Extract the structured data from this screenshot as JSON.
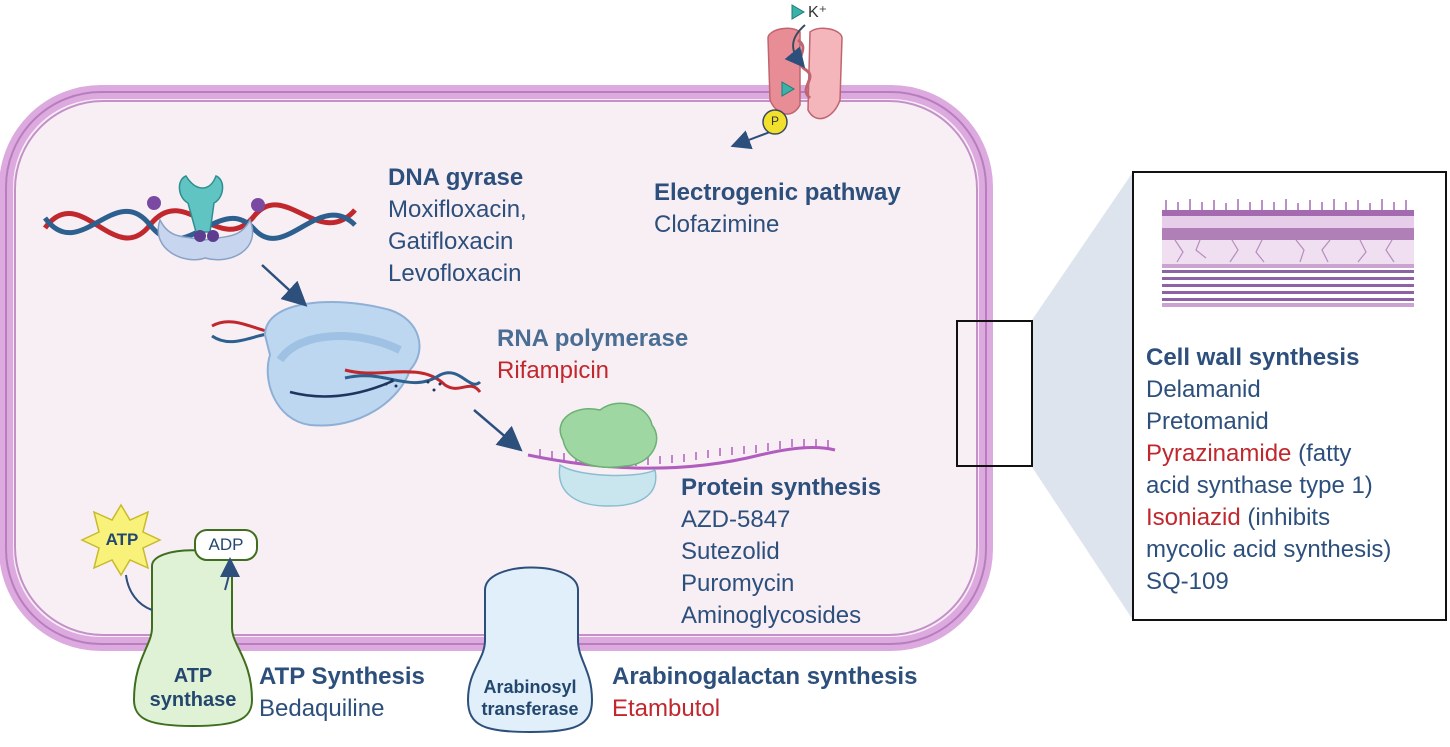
{
  "labels": {
    "dna_gyrase": {
      "title": "DNA gyrase",
      "drugs": [
        "Moxifloxacin,",
        "Gatifloxacin",
        "Levofloxacin"
      ]
    },
    "electrogenic": {
      "title": "Electrogenic pathway",
      "drug": "Clofazimine"
    },
    "rna_polymerase": {
      "title": "RNA polymerase",
      "drug": "Rifampicin"
    },
    "protein_synthesis": {
      "title": "Protein synthesis",
      "drugs": [
        "AZD-5847",
        "Sutezolid",
        "Puromycin",
        "Aminoglycosides"
      ]
    },
    "atp_synthesis": {
      "title": "ATP Synthesis",
      "drug": "Bedaquiline"
    },
    "arabinogalactan": {
      "title": "Arabinogalactan synthesis",
      "drug": "Etambutol"
    },
    "cell_wall": {
      "title": "Cell wall synthesis",
      "line1": "Delamanid",
      "line2": "Pretomanid",
      "line3_red": "Pyrazinamide",
      "line3_rest": " (fatty",
      "line4": "acid synthase type 1)",
      "line5_red": "Isoniazid",
      "line5_rest": " (inhibits",
      "line6": "mycolic acid synthesis)",
      "line7": "SQ-109"
    }
  },
  "enzymes": {
    "atp_synthase": [
      "ATP",
      "synthase"
    ],
    "arabinosyl": [
      "Arabinosyl",
      "transferase"
    ]
  },
  "molecules": {
    "atp": "ATP",
    "adp": "ADP",
    "potassium": "K⁺",
    "phosphate": "P"
  },
  "colors": {
    "membrane": "#d9a6dc",
    "cell_fill": "#f8eff5",
    "title_blue": "#2d4f7c",
    "drug_red": "#c0282d"
  }
}
